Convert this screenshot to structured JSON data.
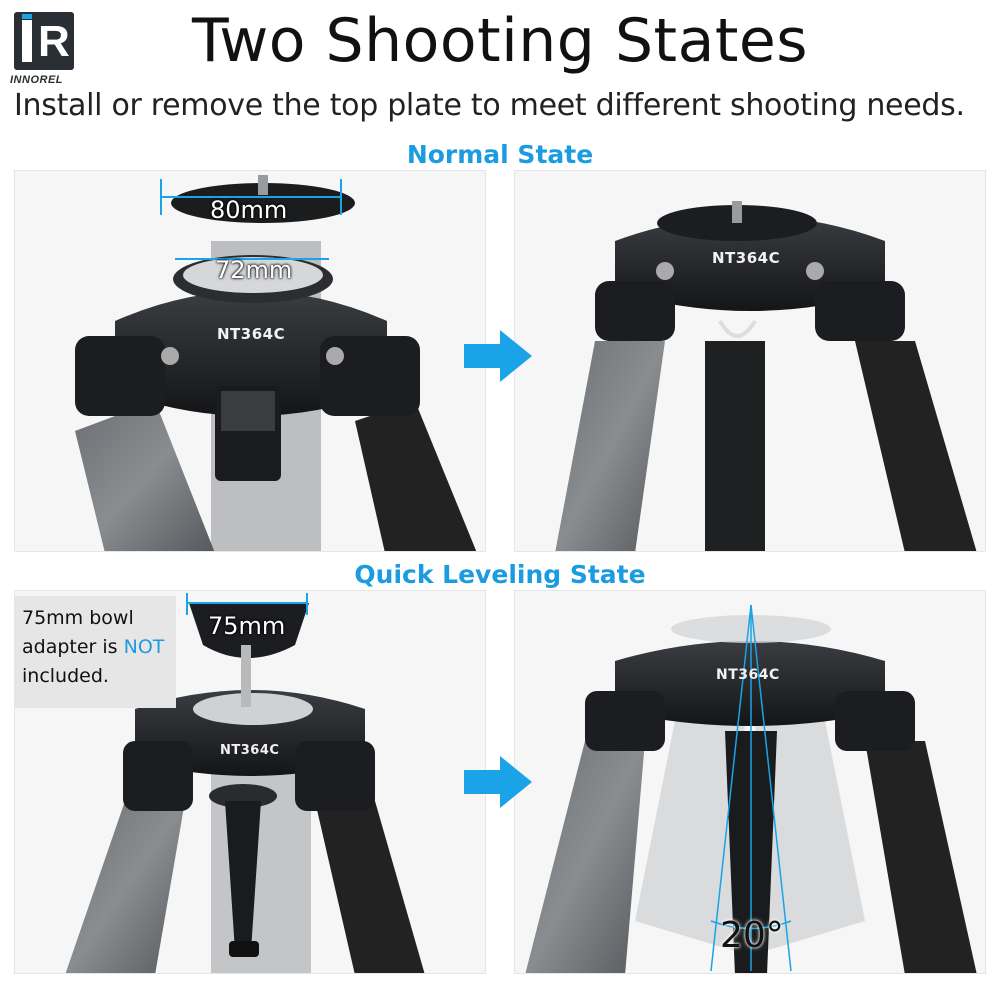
{
  "brand": {
    "logo_letters": "iR",
    "name": "INNOREL"
  },
  "title": "Two Shooting States",
  "subtitle": "Install or remove the top plate to meet different shooting needs.",
  "sections": {
    "normal": {
      "label": "Normal State"
    },
    "quick": {
      "label": "Quick Leveling State"
    }
  },
  "annotations": {
    "plate_diameter": "80mm",
    "bowl_diameter": "72mm",
    "adapter_diameter": "75mm",
    "tilt_angle": "20°",
    "model": "NT364C"
  },
  "note": {
    "before": "75mm bowl adapter is ",
    "highlight": "NOT",
    "after": " included."
  },
  "colors": {
    "accent": "#1b9be0",
    "arrow": "#1ba3e8",
    "panel_bg": "#f6f6f6"
  },
  "icons": {
    "arrow": "right-arrow-icon",
    "logo": "innorel-logo-icon"
  }
}
